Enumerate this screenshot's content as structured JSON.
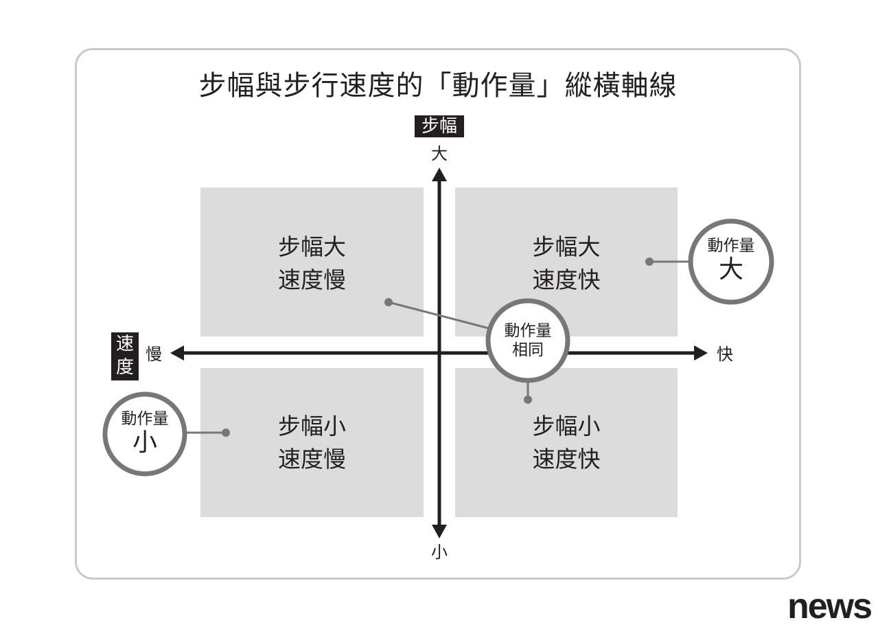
{
  "title": "步幅與步行速度的「動作量」縱橫軸線",
  "axes": {
    "vertical": {
      "name": "步幅",
      "top_label": "大",
      "bottom_label": "小"
    },
    "horizontal": {
      "name_line1": "速",
      "name_line2": "度",
      "left_label": "慢",
      "right_label": "快"
    }
  },
  "quadrants": {
    "top_left": {
      "line1": "步幅大",
      "line2": "速度慢"
    },
    "top_right": {
      "line1": "步幅大",
      "line2": "速度快"
    },
    "bottom_left": {
      "line1": "步幅小",
      "line2": "速度慢"
    },
    "bottom_right": {
      "line1": "步幅小",
      "line2": "速度快"
    }
  },
  "callouts": {
    "large": {
      "line1": "動作量",
      "line2": "大"
    },
    "same": {
      "line1": "動作量",
      "line2": "相同"
    },
    "small": {
      "line1": "動作量",
      "line2": "小"
    }
  },
  "logo": "news",
  "colors": {
    "axis": "#231f20",
    "quadrant_fill": "#dcdcdc",
    "circle_stroke": "#777777",
    "frame": "#c9c9c9"
  }
}
